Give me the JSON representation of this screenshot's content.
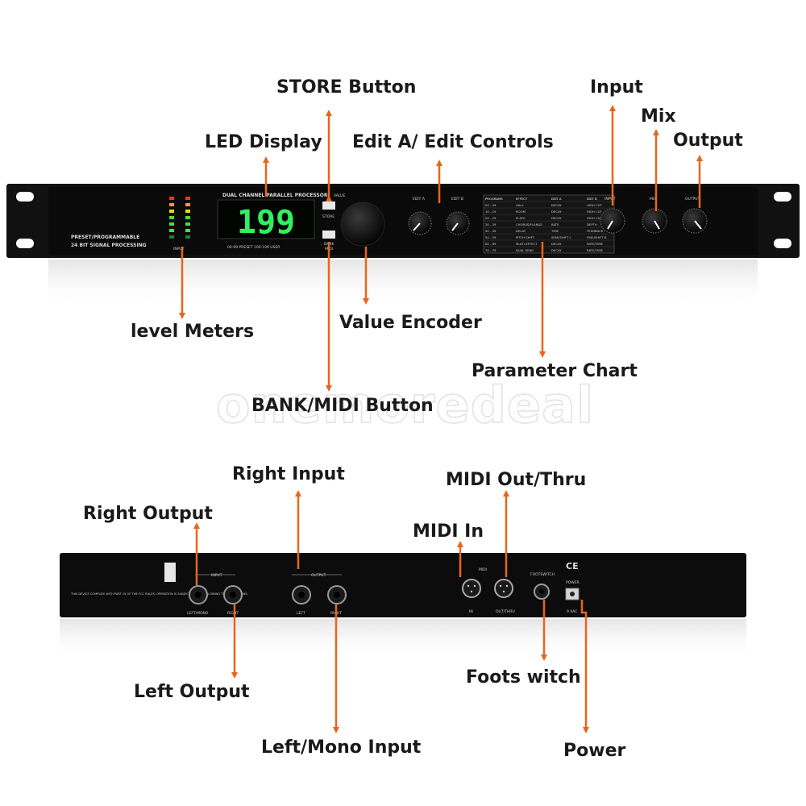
{
  "front_panel": {
    "model_line1": "PRESET/PROGRAMMABLE",
    "model_line2": "24 BIT SIGNAL PROCESSING",
    "processor_title": "DUAL CHANNEL PARALLEL PROCESSOR",
    "display_value": "199",
    "preset_caption": "00-99 PRESET   100-199 USER",
    "meter_caption": "INPUT",
    "value_label": "VALUE",
    "store_label": "STORE",
    "bank_label": "BANK",
    "bank_sub_label": "MIDI",
    "edit_a_label": "EDIT A",
    "edit_b_label": "EDIT B",
    "input_label": "INPUT",
    "mix_label": "MIX",
    "output_label": "OUTPUT",
    "chart_headers": [
      "PROGRAMS",
      "EFFECT",
      "EDIT A",
      "EDIT B"
    ],
    "chart_rows": [
      [
        "00 - 09",
        "HALL",
        "DECAY",
        "HIGH CUT"
      ],
      [
        "10 - 19",
        "ROOM",
        "DECAY",
        "HIGH CUT"
      ],
      [
        "20 - 29",
        "PLATE",
        "DECAY",
        "HIGH CUT"
      ],
      [
        "30 - 39",
        "CHORUS/FLANGE",
        "RATE",
        "DEPTH"
      ],
      [
        "40 - 49",
        "DELAY",
        "TIME",
        "FEEDBACK"
      ],
      [
        "50 - 59",
        "PITCH SHIFT",
        "SEMI/SHIFT L",
        "FINE/SHIFT R"
      ],
      [
        "60 - 69",
        "MULTI-EFFECT",
        "DECAY",
        "RATE/TIME"
      ],
      [
        "70 - 79",
        "DUAL SEND",
        "DECAY",
        "RATE/TIME"
      ]
    ]
  },
  "rear_panel": {
    "fcc_text": "THIS DEVICE COMPLIES WITH PART 15 OF THE FCC RULES. OPERATION IS SUBJECT TO THE FOLLOWING TWO CONDITIONS.",
    "input_group_label": "INPUT",
    "output_group_label": "OUTPUT",
    "left_mono_label": "LEFT/MONO",
    "right_label": "RIGHT",
    "left_label": "LEFT",
    "right_out_label": "RIGHT",
    "midi_group_label": "MIDI",
    "midi_in_label": "IN",
    "midi_out_label": "OUT/THRU",
    "footswitch_label": "FOOTSWITCH",
    "ce_mark": "CE",
    "power_label": "POWER",
    "power_rating": "9 VAC"
  },
  "callouts": {
    "store_button": "STORE Button",
    "led_display": "LED Display",
    "edit_controls": "Edit A/ Edit Controls",
    "input": "Input",
    "mix": "Mix",
    "output": "Output",
    "level_meters": "level Meters",
    "value_encoder": "Value Encoder",
    "parameter_chart": "Parameter Chart",
    "bank_midi_button": "BANK/MIDI Button",
    "right_input": "Right Input",
    "right_output": "Right Output",
    "midi_out_thru": "MIDI Out/Thru",
    "midi_in": "MIDI In",
    "left_output": "Left Output",
    "foots_witch": "Foots witch",
    "left_mono_input": "Left/Mono Input",
    "power": "Power"
  },
  "watermark": "onemoredeal",
  "colors": {
    "arrow": "#e8661c",
    "panel": "#0c0c0c",
    "led_green": "#2ff060",
    "text": "#1a1a1a"
  }
}
